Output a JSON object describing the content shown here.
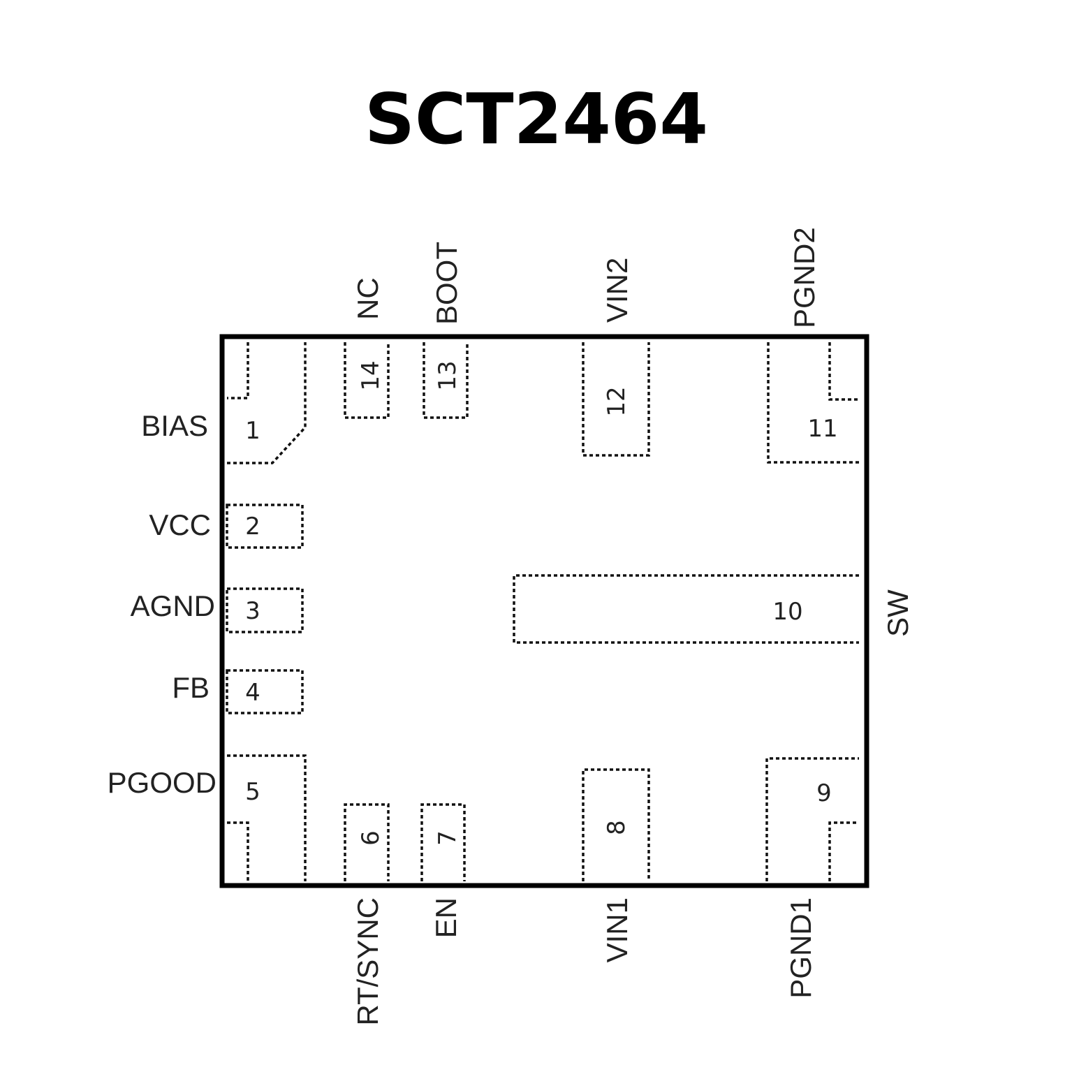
{
  "title": "SCT2464",
  "pins": {
    "p1": {
      "number": "1",
      "name": "BIAS"
    },
    "p2": {
      "number": "2",
      "name": "VCC"
    },
    "p3": {
      "number": "3",
      "name": "AGND"
    },
    "p4": {
      "number": "4",
      "name": "FB"
    },
    "p5": {
      "number": "5",
      "name": "PGOOD"
    },
    "p6": {
      "number": "6",
      "name": "RT/SYNC"
    },
    "p7": {
      "number": "7",
      "name": "EN"
    },
    "p8": {
      "number": "8",
      "name": "VIN1"
    },
    "p9": {
      "number": "9",
      "name": "PGND1"
    },
    "p10": {
      "number": "10",
      "name": "SW"
    },
    "p11": {
      "number": "11",
      "name": "PGND2"
    },
    "p12": {
      "number": "12",
      "name": "VIN2"
    },
    "p13": {
      "number": "13",
      "name": "BOOT"
    },
    "p14": {
      "number": "14",
      "name": "NC"
    }
  }
}
